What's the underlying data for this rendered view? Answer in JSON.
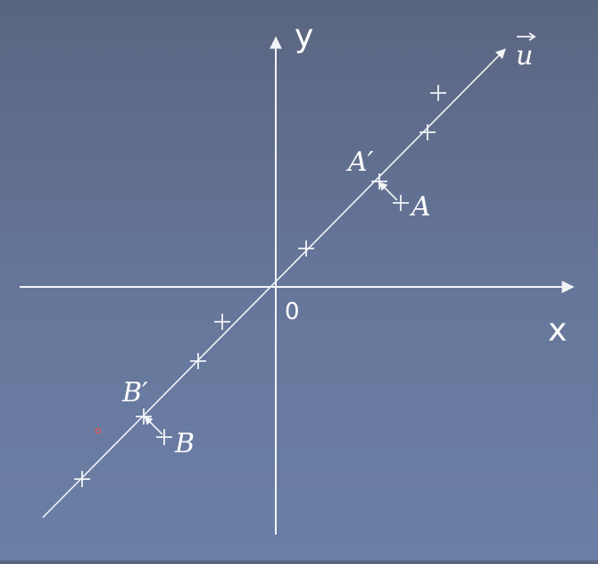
{
  "diagram": {
    "axis_x_label": "x",
    "axis_y_label": "y",
    "origin_label": "0",
    "vector_label": "u",
    "point_labels": {
      "A": "A",
      "A_prime": "A′",
      "B": "B",
      "B_prime": "B′"
    },
    "colors": {
      "background_top": "#5a6580",
      "background_bottom": "#6b7fa6",
      "lines": "#f2f4f8",
      "dot": "#e05a5a"
    }
  }
}
